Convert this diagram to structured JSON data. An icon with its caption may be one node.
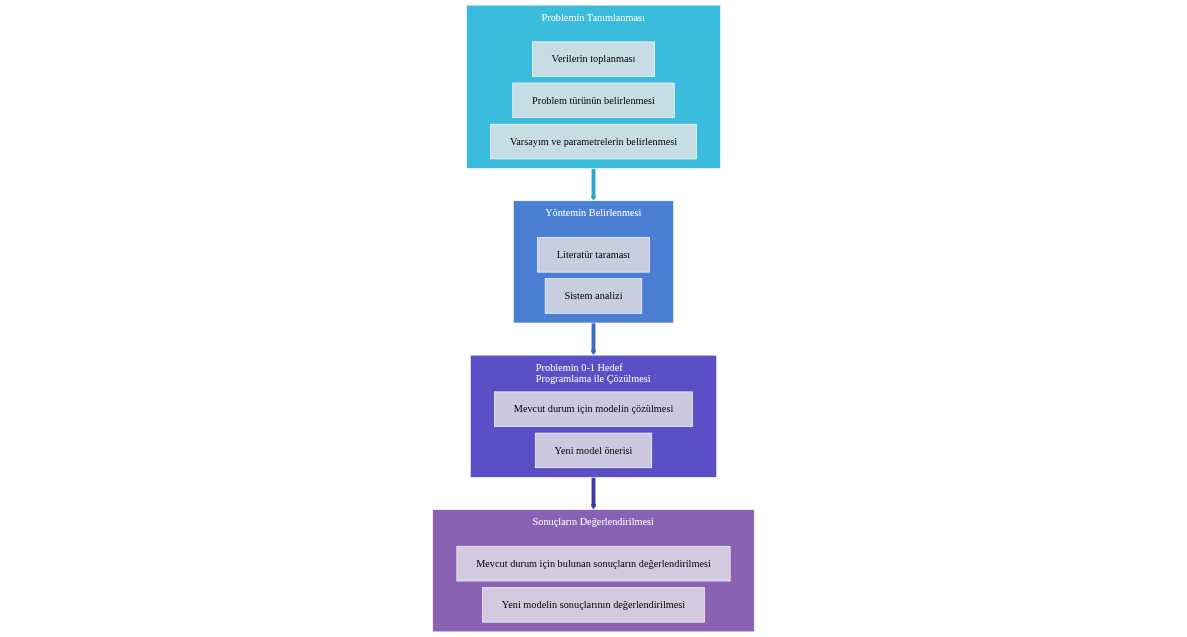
{
  "diagram": {
    "nodes": [
      {
        "text": [
          "Problemin Tanımlanması"
        ]
      },
      {
        "text": [
          "Verilerin toplanması"
        ],
        "in": 0
      },
      {
        "text": [
          "Problem türünün belirlenmesi"
        ],
        "in": 0
      },
      {
        "text": [
          "Varsayım ve parametrelerin belirlenmesi"
        ],
        "in": 0
      },
      {
        "text": [
          "Yöntemin Belirlenmesi"
        ]
      },
      {
        "text": [
          "Literatür taraması"
        ],
        "in": 4
      },
      {
        "text": [
          "Sistem analizi"
        ],
        "in": 4
      },
      {
        "text": [
          "Problemin 0-1 Hedef Programlama ile Çözülmesi"
        ]
      },
      {
        "text": [
          "Mevcut durum için modelin çözülmesi"
        ],
        "in": 7
      },
      {
        "text": [
          "Yeni model önerisi"
        ],
        "in": 7
      },
      {
        "text": [
          "Sonuçların Değerlendirilmesi"
        ]
      },
      {
        "text": [
          "Mevcut durum için bulunan sonuçların değerlendirilmesi"
        ],
        "in": 10
      },
      {
        "text": [
          "Yeni modelin sonuçlarının değerlendirilmesi"
        ],
        "in": 10
      }
    ],
    "edges": [
      {
        "from": 0,
        "to": 4,
        "arrow": "to",
        "color": "#2aa6c6"
      },
      {
        "from": 4,
        "to": 7,
        "arrow": "to",
        "color": "#3a6cbf"
      },
      {
        "from": 7,
        "to": 10,
        "arrow": "to",
        "color": "#3d3aa8"
      }
    ]
  }
}
